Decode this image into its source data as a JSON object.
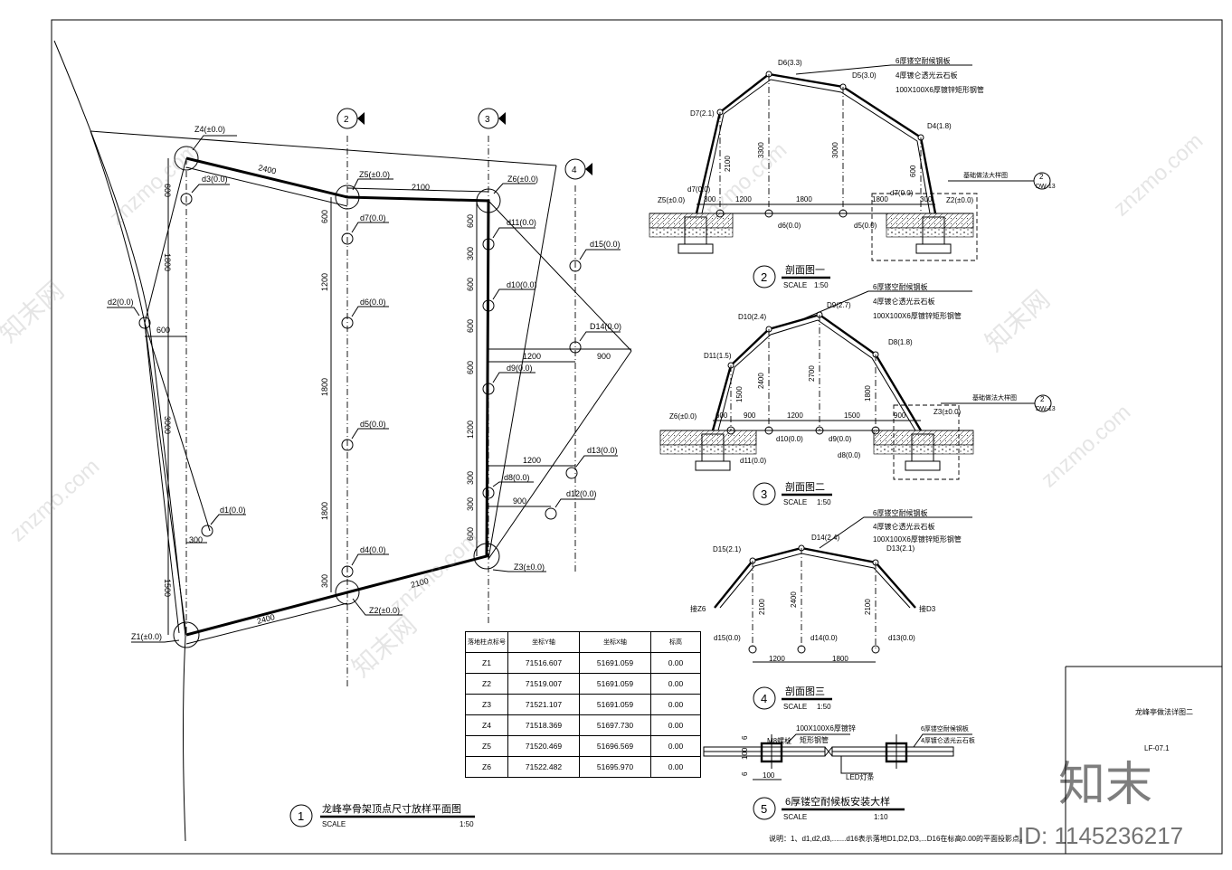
{
  "plan": {
    "title": "龙峰亭骨架顶点尺寸放样平面图",
    "scale_label": "SCALE",
    "scale": "1:50",
    "number": "1",
    "axes": [
      "2",
      "3",
      "4"
    ],
    "points": {
      "Z4": "Z4(±0.0)",
      "Z5": "Z5(±0.0)",
      "Z6": "Z6(±0.0)",
      "Z1": "Z1(±0.0)",
      "Z2": "Z2(±0.0)",
      "Z3": "Z3(±0.0)",
      "d1": "d1(0.0)",
      "d2": "d2(0.0)",
      "d3": "d3(0.0)",
      "d4": "d4(0.0)",
      "d5": "d5(0.0)",
      "d6": "d6(0.0)",
      "d7": "d7(0.0)",
      "d8": "d8(0.0)",
      "d9": "d9(0.0)",
      "d10": "d10(0.0)",
      "d11": "d11(0.0)",
      "d12": "d12(0.0)",
      "d13": "d13(0.0)",
      "d14": "D14(0.0)",
      "d15": "d15(0.0)"
    },
    "dims": {
      "d2400a": "2400",
      "d2100a": "2100",
      "d2400b": "2400",
      "d2100b": "2100",
      "v600a": "600",
      "v1800a": "1800",
      "v600b": "600",
      "v3000": "3000",
      "v300a": "300",
      "v1500": "1500",
      "m600a": "600",
      "m1200": "1200",
      "m1800a": "1800",
      "m1800b": "1800",
      "m300": "300",
      "r600a": "600",
      "r300a": "300",
      "r600b": "600",
      "r600c": "600",
      "r600d": "600",
      "r1200": "1200",
      "r300b": "300",
      "r300c": "300",
      "r600e": "600",
      "h1200a": "1200",
      "h900a": "900",
      "h1200b": "1200",
      "h900b": "900"
    }
  },
  "table": {
    "headers": [
      "落地柱点标号",
      "坐标Y轴",
      "坐标X轴",
      "标高"
    ],
    "rows": [
      [
        "Z1",
        "71516.607",
        "51691.059",
        "0.00"
      ],
      [
        "Z2",
        "71519.007",
        "51691.059",
        "0.00"
      ],
      [
        "Z3",
        "71521.107",
        "51691.059",
        "0.00"
      ],
      [
        "Z4",
        "71518.369",
        "51697.730",
        "0.00"
      ],
      [
        "Z5",
        "71520.469",
        "51696.569",
        "0.00"
      ],
      [
        "Z6",
        "71522.482",
        "51695.970",
        "0.00"
      ]
    ]
  },
  "section1": {
    "title": "剖面图一",
    "number": "2",
    "scale_label": "SCALE",
    "scale": "1:50",
    "notes": [
      "6厚镂空耐候钢板",
      "4厚镀仑透光云石板",
      "100X100X6厚镀锌矩形钢管"
    ],
    "points": {
      "D6": "D6(3.3)",
      "D5": "D5(3.0)",
      "D7": "D7(2.1)",
      "D4": "D4(1.8)",
      "d7": "d7(0.0)",
      "Z5": "Z5(±0.0)",
      "d6": "d6(0.0)",
      "d5": "d5(0.0)",
      "d70": "d7(0.0)",
      "Z2": "Z2(±0.0)"
    },
    "dims": {
      "h3300": "3300",
      "h3000": "3000",
      "h2100": "2100",
      "h600": "600",
      "w300a": "300",
      "w1200": "1200",
      "w1800a": "1800",
      "w1800b": "1800",
      "w300b": "300"
    },
    "detail_ref": "基础做法大样图",
    "detail_num": "2",
    "detail_sheet": "DW-13"
  },
  "section2": {
    "title": "剖面图二",
    "number": "3",
    "scale_label": "SCALE",
    "scale": "1:50",
    "notes": [
      "6厚镂空耐候钢板",
      "4厚镀仑透光云石板",
      "100X100X6厚镀锌矩形钢管"
    ],
    "points": {
      "D10": "D10(2.4)",
      "D9": "D9(2.7)",
      "D11": "D11(1.5)",
      "D8": "D8(1.8)",
      "Z6": "Z6(±0.0)",
      "Z3": "Z3(±0.0)",
      "d10": "d10(0.0)",
      "d9": "d9(0.0)",
      "d11": "d11(0.0)",
      "d8": "d8(0.0)"
    },
    "dims": {
      "h1500": "1500",
      "h2400": "2400",
      "h2700": "2700",
      "h1800": "1800",
      "w600": "600",
      "w900a": "900",
      "w1200": "1200",
      "w1500": "1500",
      "w900b": "900"
    },
    "detail_ref": "基础做法大样图",
    "detail_num": "2",
    "detail_sheet": "DW-13"
  },
  "section3": {
    "title": "剖面图三",
    "number": "4",
    "scale_label": "SCALE",
    "scale": "1:50",
    "notes": [
      "6厚镂空耐候钢板",
      "4厚镀仑透光云石板",
      "100X100X6厚镀锌矩形钢管"
    ],
    "points": {
      "D15": "D15(2.1)",
      "D14": "D14(2.4)",
      "D13": "D13(2.1)",
      "Z6": "接Z6",
      "D3": "接D3",
      "d15": "d15(0.0)",
      "d14": "d14(0.0)",
      "d13": "d13(0.0)"
    },
    "dims": {
      "h2100a": "2100",
      "h2400": "2400",
      "h2100b": "2100",
      "w1200": "1200",
      "w1800": "1800"
    }
  },
  "detail5": {
    "title": "6厚镂空耐候板安装大样",
    "number": "5",
    "scale_label": "SCALE",
    "scale": "1:10",
    "labels": {
      "tube": "100X100X6厚镀锌",
      "tube2": "矩形钢管",
      "bolt": "M8螺栓",
      "plate": "6厚镂空耐候钢板",
      "stone": "4厚镀仑透光云石板",
      "led": "LED灯条",
      "d6a": "6",
      "d100a": "100",
      "d6b": "6",
      "d100b": "100"
    }
  },
  "note": "说明：1、d1,d2,d3,.......d16表示落地D1,D2,D3,...D16在标高0.00的平面投影点。",
  "titleblock": {
    "name": "龙峰亭做法详图二",
    "code": "LF-07.1"
  },
  "watermark": {
    "site": "znzmo.com",
    "brand": "知末网",
    "logo": "知末",
    "id": "ID: 1145236217"
  }
}
